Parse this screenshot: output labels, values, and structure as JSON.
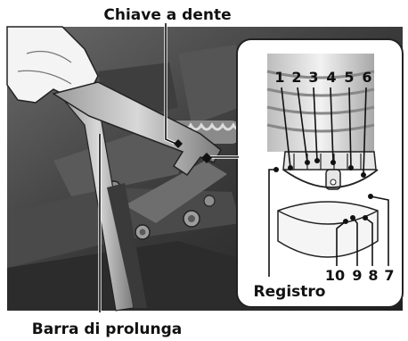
{
  "title_label": "Chiave a dente",
  "bottom_label": "Barra di prolunga",
  "inset_label": "Registro",
  "inset_numbers": [
    "1",
    "2",
    "3",
    "4",
    "5",
    "6",
    "7",
    "8",
    "9",
    "10"
  ],
  "colors": {
    "background": "#ffffff",
    "photo_dark": "#2a2a2a",
    "inset_fill": "#ffffff",
    "label_text": "#111111"
  }
}
